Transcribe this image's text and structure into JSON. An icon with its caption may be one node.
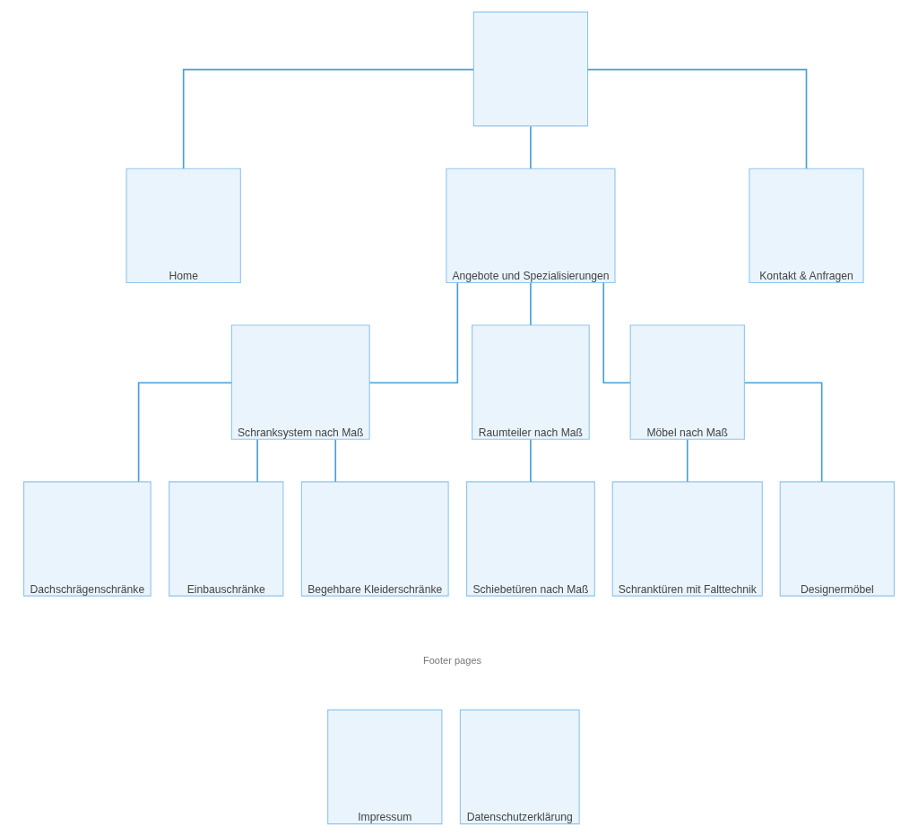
{
  "diagram": {
    "nodes": [
      {
        "text": [],
        "shape": "box"
      },
      {
        "text": [
          "Home"
        ]
      },
      {
        "text": [
          "Angebote und Spezialisierungen"
        ]
      },
      {
        "text": [
          "Kontakt & Anfragen"
        ]
      },
      {
        "text": [
          "Schranksystem nach Maß"
        ]
      },
      {
        "text": [
          "Raumteiler nach Maß"
        ]
      },
      {
        "text": [
          "Möbel nach Maß"
        ]
      },
      {
        "text": [
          "Dachschrägenschränke"
        ]
      },
      {
        "text": [
          "Einbauschränke"
        ]
      },
      {
        "text": [
          "Begehbare Kleiderschränke"
        ]
      },
      {
        "text": [
          "Schiebetüren nach Maß"
        ]
      },
      {
        "text": [
          "Schranktüren mit Falttechnik"
        ]
      },
      {
        "text": [
          "Designermöbel"
        ]
      },
      {
        "text": [
          "Impressum"
        ]
      },
      {
        "text": [
          "Datenschutzerklärung"
        ]
      }
    ],
    "edges": [
      {
        "from": 0,
        "to": 1,
        "arrow": "none"
      },
      {
        "from": 0,
        "to": 2,
        "arrow": "none"
      },
      {
        "from": 0,
        "to": 3,
        "arrow": "none"
      },
      {
        "from": 2,
        "to": 4,
        "arrow": "none"
      },
      {
        "from": 2,
        "to": 5,
        "arrow": "none"
      },
      {
        "from": 2,
        "to": 6,
        "arrow": "none"
      },
      {
        "from": 4,
        "to": 7,
        "arrow": "none"
      },
      {
        "from": 4,
        "to": 8,
        "arrow": "none"
      },
      {
        "from": 4,
        "to": 9,
        "arrow": "none"
      },
      {
        "from": 5,
        "to": 10,
        "arrow": "none"
      },
      {
        "from": 6,
        "to": 11,
        "arrow": "none"
      },
      {
        "from": 6,
        "to": 12,
        "arrow": "none"
      }
    ],
    "labels": [
      "Footer pages"
    ]
  }
}
